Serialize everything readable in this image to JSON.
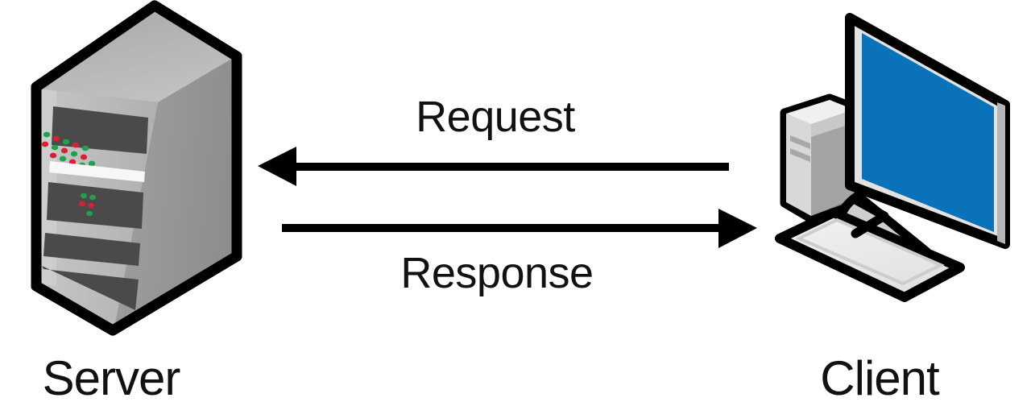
{
  "diagram": {
    "title": "Client-Server Request/Response Diagram",
    "background_color": "#ffffff",
    "nodes": [
      {
        "id": "server",
        "label": "Server",
        "icon": "server-tower-icon",
        "position": "left"
      },
      {
        "id": "client",
        "label": "Client",
        "icon": "desktop-computer-icon",
        "position": "right"
      }
    ],
    "arrows": [
      {
        "id": "request",
        "label": "Request",
        "direction": "right-to-left",
        "from": "client",
        "to": "server",
        "label_position": "above"
      },
      {
        "id": "response",
        "label": "Response",
        "direction": "left-to-right",
        "from": "server",
        "to": "client",
        "label_position": "below"
      }
    ],
    "colors": {
      "outline": "#000000",
      "screen_blue": "#0a72b8",
      "server_light": "#b8b8b8",
      "server_mid": "#9a9a9a",
      "server_dark": "#8a8a8a",
      "server_bay": "#4a4a4a",
      "led_green": "#22a04a",
      "led_red": "#d81f33",
      "case_light": "#ededed",
      "case_mid": "#d2d2d2",
      "case_dark": "#9d9d9d",
      "text": "#111111"
    }
  }
}
